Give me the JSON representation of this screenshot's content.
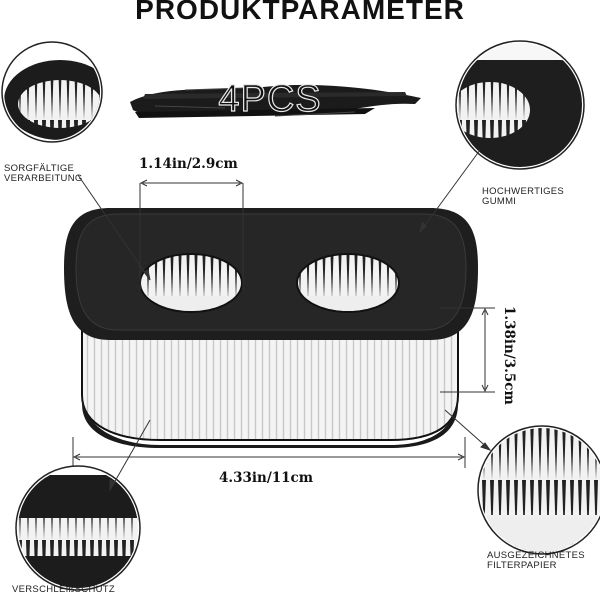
{
  "title": "PRODUKTPARAMETER",
  "quantity_label": "4PCS",
  "callouts": {
    "top_left": "SORGFÄLTIGE\nVERARBEITUNG",
    "top_right": "HOCHWERTIGES\nGUMMI",
    "bottom_right": "AUSGEZEICHNETES\nFILTERPAPIER",
    "bottom_left": "VERSCHLEIßSCHUTZ"
  },
  "dimensions": {
    "hole_diameter": "1.14in/2.9cm",
    "height": "1.38in/3.5cm",
    "length": "4.33in/11cm"
  }
}
